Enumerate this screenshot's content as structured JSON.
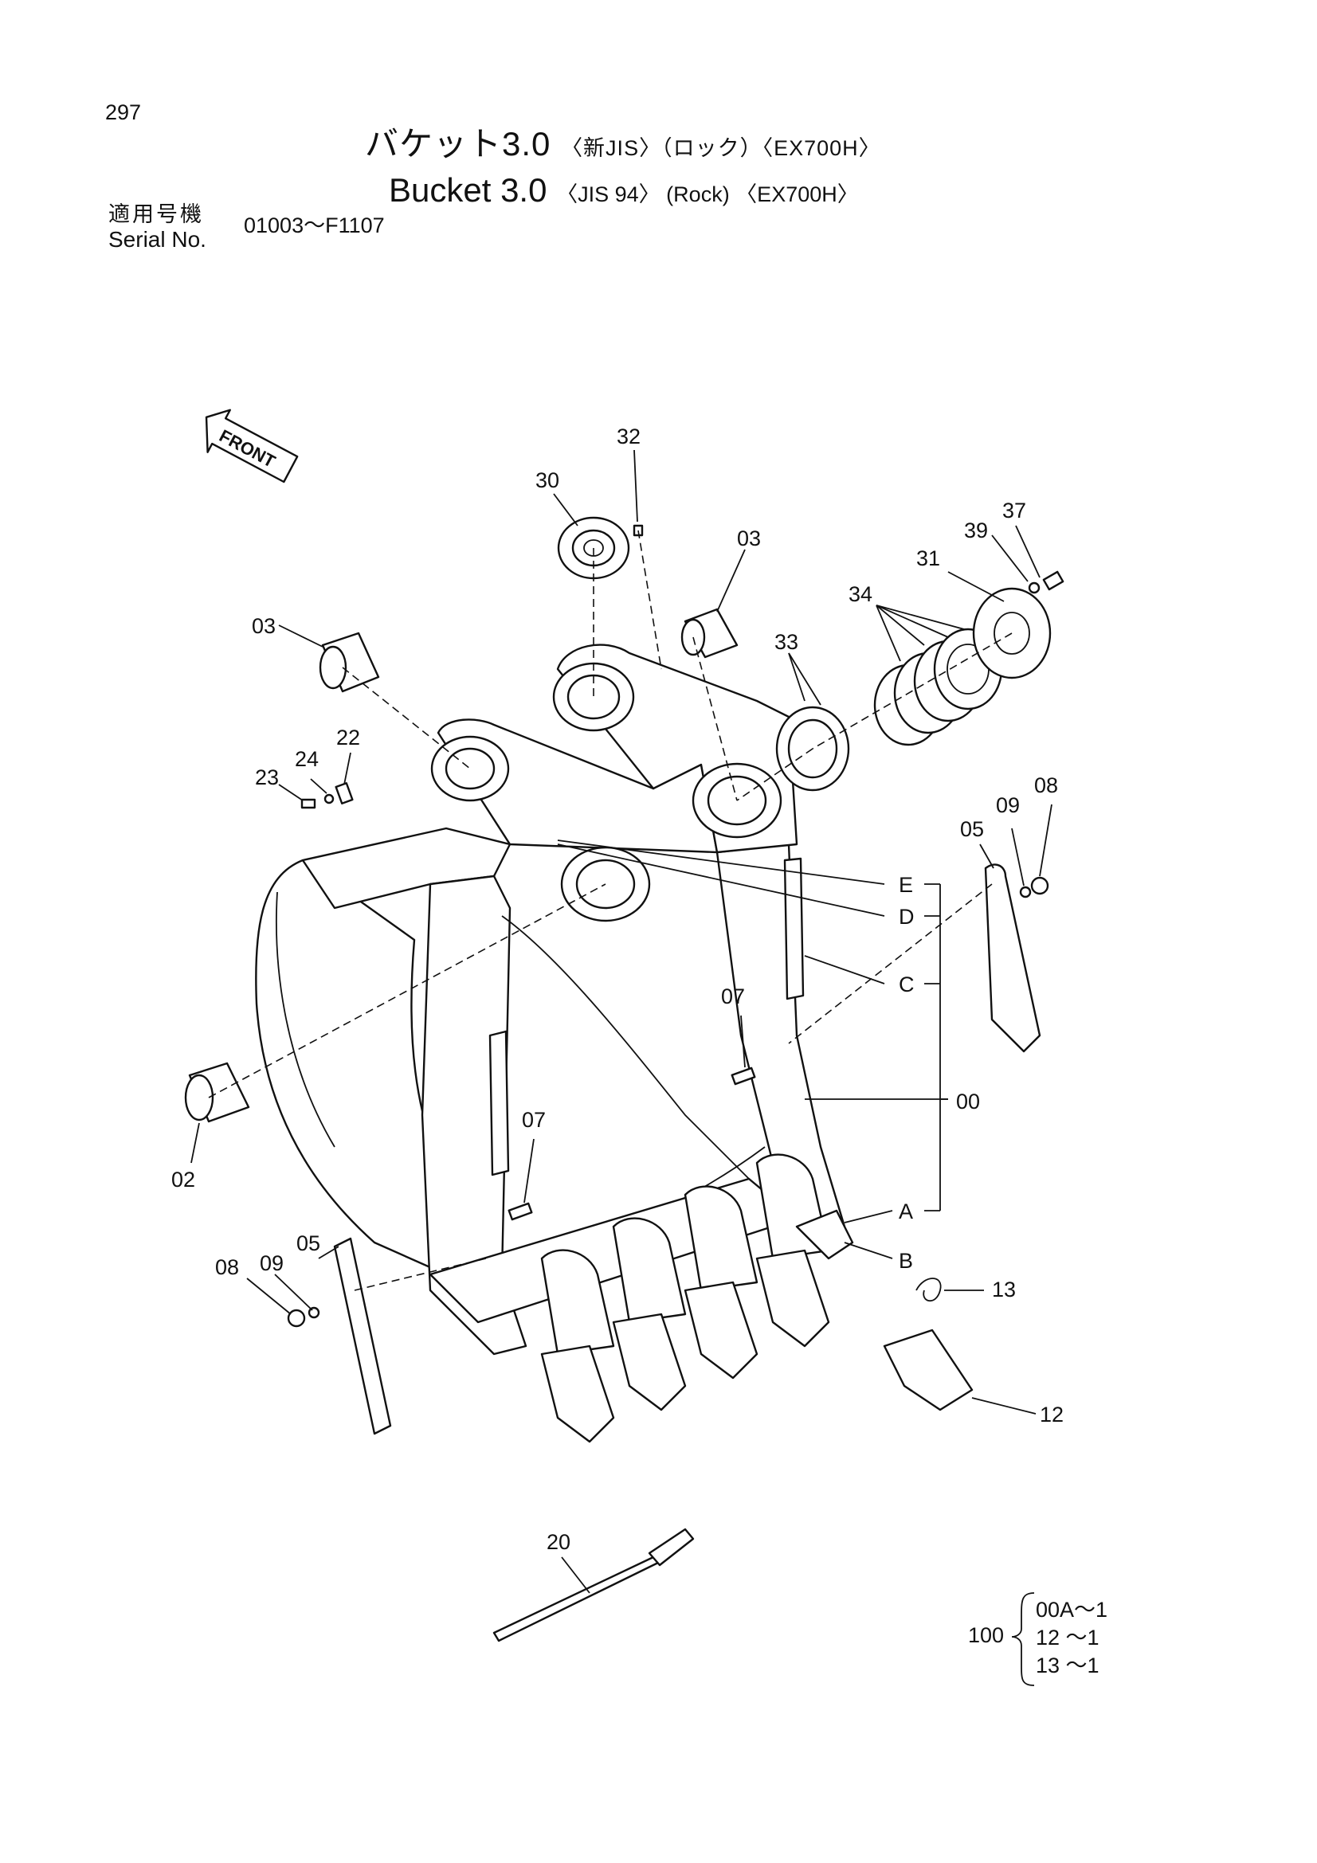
{
  "header": {
    "page_number": "297",
    "title_jp_main": "バケット3.0",
    "title_jp_tags": "〈新JIS〉（ロック）〈EX700H〉",
    "title_en_main": "Bucket  3.0",
    "title_en_tags": "〈JIS 94〉 (Rock) 〈EX700H〉",
    "serial_label_jp": "適用号機",
    "serial_label_en": "Serial No.",
    "serial_range": "01003～F1107"
  },
  "diagram": {
    "front_label": "FRONT",
    "callouts": {
      "c32": "32",
      "c30": "30",
      "c03a": "03",
      "c03b": "03",
      "c37": "37",
      "c39": "39",
      "c31": "31",
      "c34": "34",
      "c33": "33",
      "c22": "22",
      "c24": "24",
      "c23": "23",
      "c08a": "08",
      "c09a": "09",
      "c05a": "05",
      "c07a": "07",
      "c00": "00",
      "c07b": "07",
      "c02": "02",
      "c05b": "05",
      "c09b": "09",
      "c08b": "08",
      "c13": "13",
      "c12": "12",
      "c20": "20"
    },
    "letters": {
      "E": "E",
      "D": "D",
      "C": "C",
      "A": "A",
      "B": "B"
    }
  },
  "kit": {
    "number": "100",
    "items": [
      "00A～1",
      "12 ～1",
      "13 ～1"
    ]
  }
}
